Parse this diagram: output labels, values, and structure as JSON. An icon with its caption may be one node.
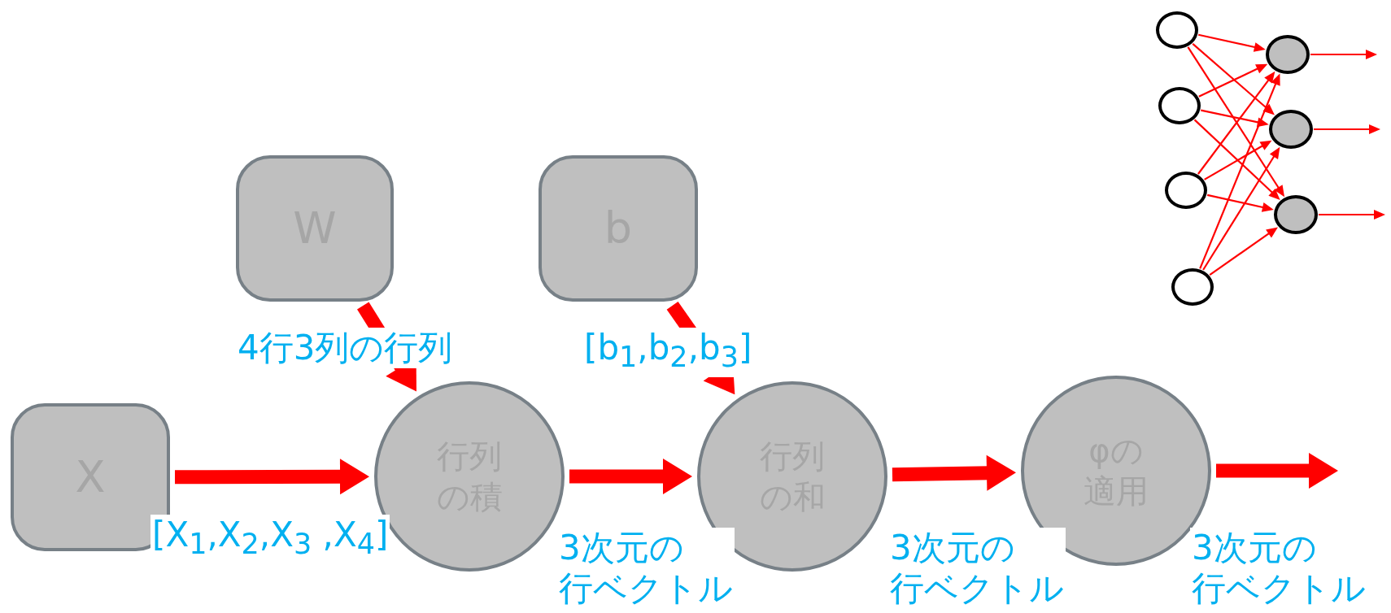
{
  "diagram": {
    "nodes": [
      {
        "text": [
          "X"
        ]
      },
      {
        "text": [
          "W"
        ]
      },
      {
        "text": [
          "b"
        ]
      },
      {
        "text": [
          "行列の積"
        ]
      },
      {
        "text": [
          "行列の和"
        ]
      },
      {
        "text": [
          "φの適用"
        ]
      },
      {
        "text": [],
        "shape": "circle"
      },
      {
        "text": [],
        "shape": "circle"
      },
      {
        "text": [],
        "shape": "circle"
      },
      {
        "text": [],
        "shape": "circle"
      },
      {
        "text": [],
        "shape": "circle"
      },
      {
        "text": [],
        "shape": "circle"
      },
      {
        "text": [],
        "shape": "circle"
      }
    ],
    "edges": [
      {
        "from": 0,
        "to": 3,
        "arrow": "to",
        "style": "thick",
        "label": "[X$_{1}$,X$_{2}$,X$_{3}$ ,X$_{4}$]"
      },
      {
        "from": 1,
        "to": 3,
        "arrow": "to",
        "style": "thick",
        "label": "4行3列の行列"
      },
      {
        "from": 2,
        "to": 4,
        "arrow": "to",
        "style": "thick",
        "label": "[b$_{1}$,b$_{2}$,b$_{3}$]"
      },
      {
        "from": 3,
        "to": 4,
        "arrow": "to",
        "style": "thick",
        "label": "3次元の行ベクトル"
      },
      {
        "from": 4,
        "to": 5,
        "arrow": "to",
        "style": "thick",
        "label": "3次元の行ベクトル"
      },
      {
        "from": 5,
        "to": null,
        "arrow": "to",
        "style": "thick",
        "label": "3次元の行ベクトル"
      },
      {
        "from": 6,
        "to": 10,
        "arrow": "to"
      },
      {
        "from": 6,
        "to": 11,
        "arrow": "to"
      },
      {
        "from": 6,
        "to": 12,
        "arrow": "to"
      },
      {
        "from": 7,
        "to": 10,
        "arrow": "to"
      },
      {
        "from": 7,
        "to": 11,
        "arrow": "to"
      },
      {
        "from": 7,
        "to": 12,
        "arrow": "to"
      },
      {
        "from": 8,
        "to": 10,
        "arrow": "to"
      },
      {
        "from": 8,
        "to": 11,
        "arrow": "to"
      },
      {
        "from": 8,
        "to": 12,
        "arrow": "to"
      },
      {
        "from": 9,
        "to": 10,
        "arrow": "to"
      },
      {
        "from": 9,
        "to": 11,
        "arrow": "to"
      },
      {
        "from": 9,
        "to": 12,
        "arrow": "to"
      },
      {
        "from": 10,
        "to": null,
        "arrow": "to"
      },
      {
        "from": 11,
        "to": null,
        "arrow": "to"
      },
      {
        "from": 12,
        "to": null,
        "arrow": "to"
      }
    ]
  }
}
